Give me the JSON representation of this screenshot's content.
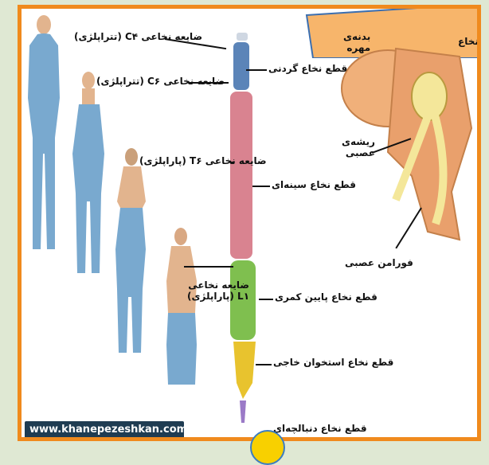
{
  "labels": {
    "c4": "ضایعه نخاعی C۴ (تتراپلژی)",
    "c6": "ضایعه نخاعی C۶ (تتراپلژی)",
    "t6": "ضایعه نخاعی T۶ (پاراپلژی)",
    "l1": "ضایعه نخاعی\nL۱ (پاراپلژی)",
    "cervical": "قطع نخاع گردنی",
    "thoracic": "قطع نخاع سینه‌ای",
    "lumbar": "قطع نخاع پایین کمری",
    "sacral": "قطع نخاع استخوان خاجی",
    "coccygeal": "قطع نخاع دنبالچه‌ای",
    "vertebral_body": "بدنه‌ی\nمهره",
    "spinal_cord": "نخاع",
    "nerve_root": "ریشه‌ی\nعصبی",
    "foramen": "فورامن عصبی"
  },
  "watermark": "www.khanepezeshkan.com",
  "colors": {
    "frame": "#f08a1d",
    "body": "#79a9cf",
    "cervical": "#5b84b8",
    "thoracic": "#d98390",
    "lumbar": "#7fbf4f",
    "sacral": "#e8c32e",
    "callout": "#f7b56b"
  }
}
